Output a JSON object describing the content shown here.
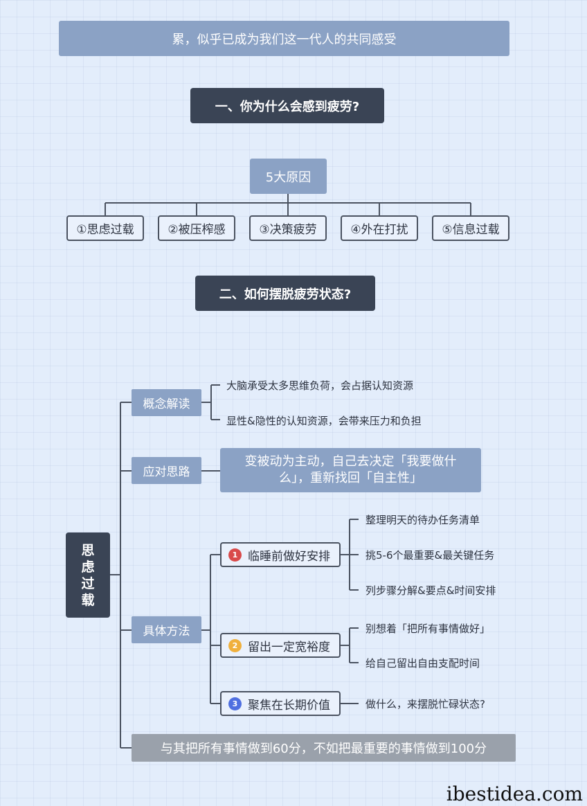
{
  "banner": "累，似乎已成为我们这一代人的共同感受",
  "section1": "一、你为什么会感到疲劳?",
  "causes_root": "5大原因",
  "causes": [
    "①思虑过载",
    "②被压榨感",
    "③决策疲劳",
    "④外在打扰",
    "⑤信息过载"
  ],
  "section2": "二、如何摆脱疲劳状态?",
  "mindmap": {
    "root_chars": [
      "思",
      "虑",
      "过",
      "载"
    ],
    "concept": {
      "label": "概念解读",
      "points": [
        "大脑承受太多思维负荷，会占据认知资源",
        "显性&隐性的认知资源，会带来压力和负担"
      ]
    },
    "approach": {
      "label": "应对思路",
      "text": "变被动为主动，自己去决定「我要做什么」，重新找回「自主性」"
    },
    "methods": {
      "label": "具体方法",
      "items": [
        {
          "num": "1",
          "color": "#d94a4a",
          "label": "临睡前做好安排",
          "points": [
            "整理明天的待办任务清单",
            "挑5-6个最重要&最关键任务",
            "列步骤分解&要点&时间安排"
          ]
        },
        {
          "num": "2",
          "color": "#f0b03c",
          "label": "留出一定宽裕度",
          "points": [
            "别想着「把所有事情做好」",
            "给自己留出自由支配时间"
          ]
        },
        {
          "num": "3",
          "color": "#4f6fe0",
          "label": "聚焦在长期价值",
          "points": [
            "做什么，来摆脱忙碌状态?"
          ]
        }
      ]
    },
    "summary": "与其把所有事情做到60分，不如把最重要的事情做到100分"
  },
  "watermark": "ibestidea.com",
  "colors": {
    "accent": "#8ba2c5",
    "dark": "#3a4455",
    "background": "#e3edfb",
    "summary": "#9aa1ab"
  }
}
